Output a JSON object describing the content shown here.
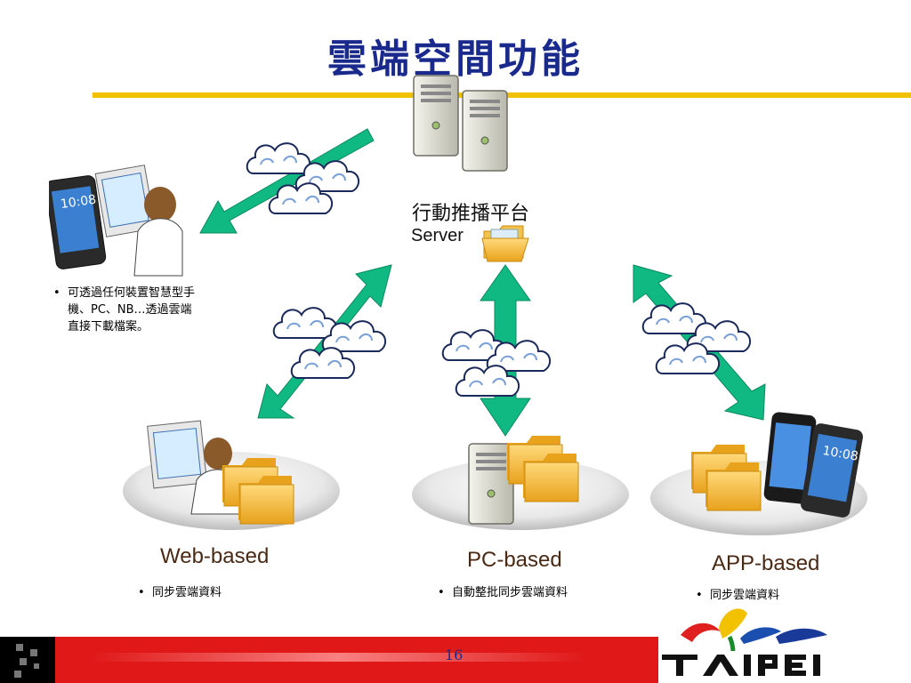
{
  "slide": {
    "title": "雲端空間功能",
    "page_number": "16"
  },
  "server": {
    "label_zh": "行動推播平台",
    "label_en": "Server"
  },
  "mobile_note": {
    "line1": "可透過任何裝置智慧型手",
    "line2": "機、PC、NB…透過雲端",
    "line3": "直接下載檔案。"
  },
  "categories": [
    {
      "label": "Web-based",
      "bullet": "同步雲端資料"
    },
    {
      "label": "PC-based",
      "bullet": "自動整批同步雲端資料"
    },
    {
      "label": "APP-based",
      "bullet": "同步雲端資料"
    }
  ],
  "logo": {
    "text": "TAIPEI"
  },
  "colors": {
    "title": "#1a2a8c",
    "accent_rule": "#f2c200",
    "arrow": "#10b981",
    "footer": "#e01818"
  }
}
